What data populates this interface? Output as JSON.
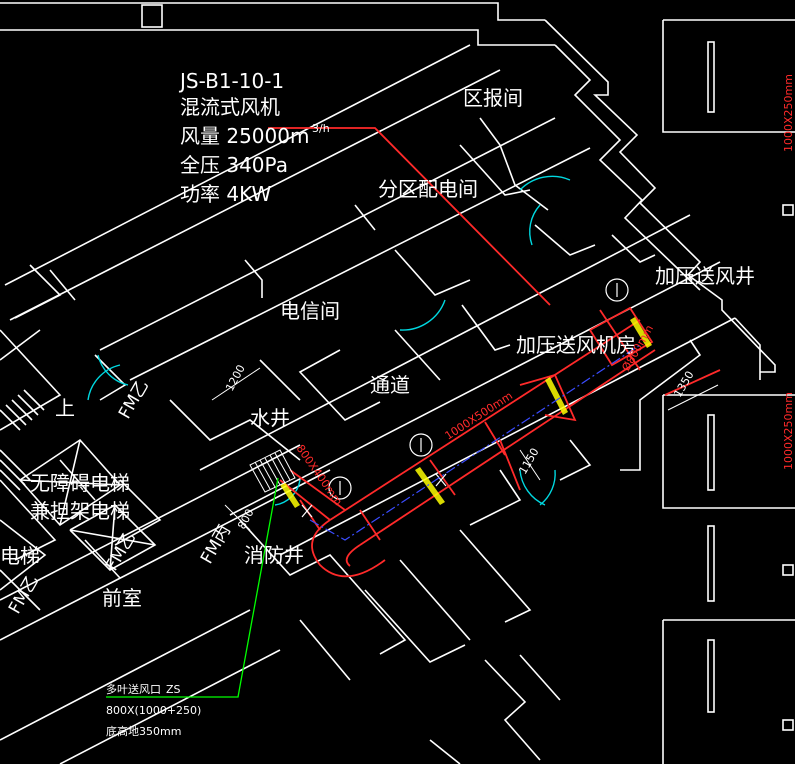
{
  "equipment": {
    "id": "JS-B1-10-1",
    "type": "混流式风机",
    "airflow": "风量 25000m",
    "airflow_unit": "3/h",
    "pressure": "全压 340Pa",
    "power": "功率 4KW"
  },
  "rooms": {
    "zone_alarm": "区报间",
    "zone_power": "分区配电间",
    "telecom": "电信间",
    "passage": "通道",
    "pressurized_shaft": "加压送风井",
    "fan_room": "加压送风机房",
    "water_shaft": "水井",
    "fire_shaft": "消防井",
    "front_room": "前室",
    "up": "上",
    "accessible_elevator": "无障碍电梯",
    "stretcher_elevator": "兼担架电梯",
    "elevator": "电梯"
  },
  "door_tags": [
    "FM乙",
    "FM乙",
    "FM丙",
    "FM乙"
  ],
  "dimensions": {
    "d1200": "1200",
    "d1350": "1350",
    "d1150": "1150",
    "d800": "800"
  },
  "duct_labels": {
    "main": "1000X500mm",
    "riser": "800X400mm",
    "fan": "Ø800mm"
  },
  "right_labels": {
    "top": "1000X250mm",
    "bottom": "1000X250mm"
  },
  "outlet_note": {
    "title": "多叶送风口",
    "code": "ZS",
    "size": "800X(1000+250)",
    "height": "底高地350mm"
  },
  "colors": {
    "walls": "#ffffff",
    "duct": "#ff2a2a",
    "fill_yellow": "#ffff00",
    "door_arc": "#00d8e0",
    "leader_green": "#00ff00",
    "centerline": "#3a4cff"
  }
}
